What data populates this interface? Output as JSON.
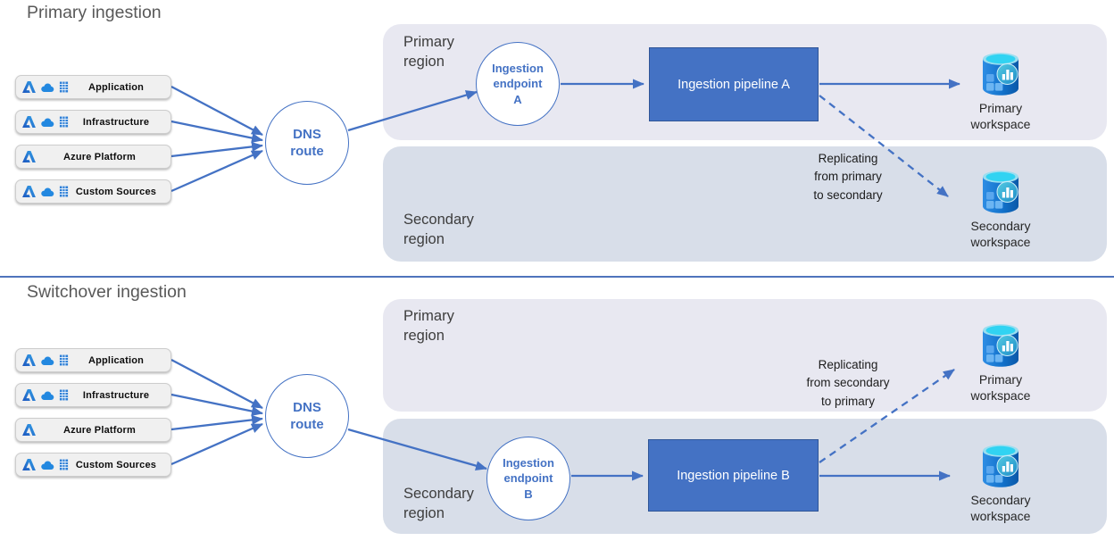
{
  "colors": {
    "accent_blue": "#4472c4",
    "pipeline_fill": "#4472c4",
    "pipeline_border": "#2f5597",
    "primary_region_fill": "#e8e8f1",
    "secondary_region_fill": "#d8dee9",
    "source_box_fill": "#f0f0f0",
    "title_grey": "#595959",
    "workspace_cyan": "#50e6ff"
  },
  "sections": [
    {
      "title": "Primary ingestion",
      "sources": [
        {
          "label": "Application",
          "icons": [
            "azure-icon",
            "cloud-icon",
            "building-icon"
          ]
        },
        {
          "label": "Infrastructure",
          "icons": [
            "azure-icon",
            "cloud-icon",
            "building-icon"
          ]
        },
        {
          "label": "Azure Platform",
          "icons": [
            "azure-icon"
          ]
        },
        {
          "label": "Custom Sources",
          "icons": [
            "azure-icon",
            "cloud-icon",
            "building-icon"
          ]
        }
      ],
      "dns": {
        "line1": "DNS",
        "line2": "route"
      },
      "regions": {
        "primary": "Primary region",
        "secondary": "Secondary region"
      },
      "endpoint": {
        "line1": "Ingestion",
        "line2": "endpoint",
        "line3": "A"
      },
      "pipeline": "Ingestion pipeline A",
      "workspaces": {
        "primary": "Primary workspace",
        "secondary": "Secondary workspace"
      },
      "workspace_icon": "log-analytics-workspace-icon",
      "replication": {
        "line1": "Replicating",
        "line2": "from primary",
        "line3": "to secondary"
      }
    },
    {
      "title": "Switchover ingestion",
      "sources": [
        {
          "label": "Application",
          "icons": [
            "azure-icon",
            "cloud-icon",
            "building-icon"
          ]
        },
        {
          "label": "Infrastructure",
          "icons": [
            "azure-icon",
            "cloud-icon",
            "building-icon"
          ]
        },
        {
          "label": "Azure Platform",
          "icons": [
            "azure-icon"
          ]
        },
        {
          "label": "Custom Sources",
          "icons": [
            "azure-icon",
            "cloud-icon",
            "building-icon"
          ]
        }
      ],
      "dns": {
        "line1": "DNS",
        "line2": "route"
      },
      "regions": {
        "primary": "Primary region",
        "secondary": "Secondary region"
      },
      "endpoint": {
        "line1": "Ingestion",
        "line2": "endpoint",
        "line3": "B"
      },
      "pipeline": "Ingestion pipeline B",
      "workspaces": {
        "primary": "Primary workspace",
        "secondary": "Secondary workspace"
      },
      "workspace_icon": "log-analytics-workspace-icon",
      "replication": {
        "line1": "Replicating",
        "line2": "from secondary",
        "line3": "to primary"
      }
    }
  ]
}
